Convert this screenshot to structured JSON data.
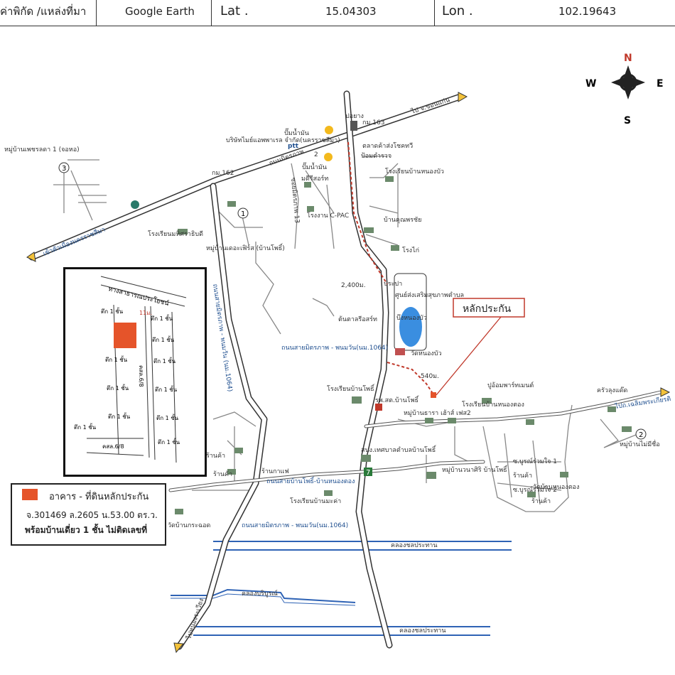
{
  "header": {
    "location_label": "ค่าพิกัด /แหล่งที่มา",
    "source": "Google Earth",
    "lat_label": "Lat .",
    "lat_value": "15.04303",
    "lon_label": "Lon .",
    "lon_value": "102.19643"
  },
  "compass": {
    "n": "N",
    "s": "S",
    "e": "E",
    "w": "W"
  },
  "roads": {
    "mittraphap": "ถนนมิตรภาพ",
    "route2": "2",
    "to_nakhon": "เข้าตัวเมืองนครราชสีมา",
    "to_khonkaen": "ไป จ.ขอนแก่น",
    "phimai_1": "ถนนสายมิตรภาพ - พนมวัน(นม.1064)",
    "phimai_2": "ถนนสายมิตรภาพ - พนมวัน(นม.1064)",
    "phimai_vertical": "ถนนสายมิตรภาพ - พนมวัน (นม.1064)",
    "ban_pho_road": "ถนนสายบ้านโพธิ์-บ้านหนองตอง",
    "to_chaloem": "ไปถ.เฉลิมพระเกียรติ",
    "canal_1": "คลองชลประทาน",
    "canal_2": "คลองชลประทาน",
    "canal_3": "คลองบริบูรณ์",
    "left_bottom_road": "ไปหนองระเวียง",
    "soi": "ซอยมิตรภาพ 13"
  },
  "landmarks": {
    "village_1": "หมู่บ้านเพชรลดา 1 (จอหอ)",
    "school_1": "โรงเรียนมหิศราธิบดี",
    "company": "บริษัทไมย์แอพพาเรล จำกัด(นครราชสีมา)",
    "village_2": "หมู่บ้านเดอะเฟิร์ส (บ้านโพธิ์)",
    "gas_1": "ปั๊มน้ำมัน",
    "gas_2": "ปั๊มน้ำมัน",
    "ptt": "ptt",
    "km163": "กม.163",
    "km162": "กม.162",
    "cross": "ปอยาง",
    "market": "ตลาดค้าส่งโชคทวี",
    "police": "ป้อมตำรวจ",
    "school_2": "โรงเรียนบ้านหนองบัว",
    "resort": "มดีรีสอร์ท",
    "cpac": "โรงงาน C-PAC",
    "home_village": "บ้านคุณพรชัย",
    "chicken": "โรงไก่",
    "health_center": "ศูนย์ส่งเสริมสุขภาพตำบล",
    "pond": "บึงหนองบัว",
    "dist_2400": "2,400ม.",
    "dist_540": "540ม.",
    "prachaban": "ประปา",
    "tree_shop": "ต้นตาลรีอสร์ท",
    "temple_1": "วัดหนองบัว",
    "collateral": "หลักประกัน",
    "school_3": "โรงเรียนบ้านโพธิ์",
    "hospital": "รพ.สต.บ้านโพธิ์",
    "village_3": "หมู่บ้านธารา เฮ้าส์ เฟส2",
    "school_4": "โรงเรียนบ้านหนองตอง",
    "store": "ปูอ้อมพาร์ทเมนต์",
    "restaurant": "ครัวลุงแด๊ด",
    "village_4": "หมู่บ้านไม่มีชื่อ",
    "municipality": "สนง.เทศบาลตำบลบ้านโพธิ์",
    "village_5": "หมู่บ้านวนาศิริ บ้านโพธิ์",
    "shop_1": "ร้านค้า",
    "shop_2": "ร้านค้า",
    "shop_3": "ร้านค้า",
    "shop_4": "ร้านค้า",
    "cafe": "ร้านกาแฟ",
    "school_5": "โรงเรียนบ้านมะค่า",
    "temple_2": "วัดบ้านหนองตอง",
    "temple_3": "วัดบ้านกระฉอด",
    "soi_bu_1": "ซ.บูรณ์ร่วมใจ 1",
    "soi_bu_2": "ซ.บูรณ์ร่วมใจ 2",
    "seven": "7",
    "circle_1": "1",
    "circle_2": "2",
    "circle_3": "3"
  },
  "inset": {
    "road_label": "ทางสาธารณประโยชน์",
    "dist": "11ม.",
    "soi": "คสล.6/8",
    "bottom": "คสล.6/8",
    "bldg": "ตึก 1 ชั้น"
  },
  "legend": {
    "title": "อาคาร - ที่ดินหลักประกัน",
    "detail": "จ.301469 ล.2605 น.53.00 ตร.ว.",
    "note": "พร้อมบ้านเดี่ยว 1 ชั้น ไม่ติดเลขที่",
    "swatch_color": "#e5542a"
  },
  "colors": {
    "road": "#333333",
    "label": "#1f4f8f",
    "route": "#c0392b",
    "pond": "#3a8ee0",
    "collateral": "#e5542a",
    "arrow": "#f3c23a"
  }
}
